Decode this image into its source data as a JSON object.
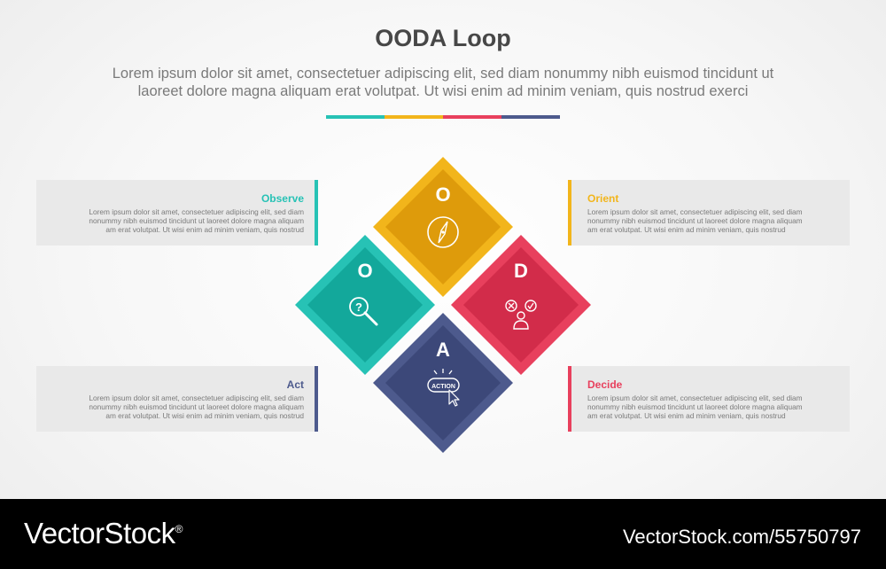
{
  "header": {
    "title": "OODA Loop",
    "subtitle_line1": "Lorem ipsum dolor sit amet, consectetuer adipiscing elit, sed diam nonummy nibh euismod tincidunt ut",
    "subtitle_line2": "laoreet dolore magna aliquam erat volutpat. Ut wisi enim ad minim veniam, quis nostrud exerci"
  },
  "colors": {
    "teal": "#27c2b5",
    "yellow": "#f2b51b",
    "red": "#e8405d",
    "navy": "#4d5a8d"
  },
  "cards": {
    "observe": {
      "title": "Observe",
      "l1": "Lorem ipsum dolor sit amet, consectetuer adipiscing elit, sed diam",
      "l2": "nonummy nibh euismod tincidunt ut laoreet dolore magna aliquam",
      "l3": "am erat volutpat. Ut wisi enim ad minim veniam, quis nostrud"
    },
    "orient": {
      "title": "Orient",
      "l1": "Lorem ipsum dolor sit amet, consectetuer adipiscing elit, sed diam",
      "l2": "nonummy nibh euismod tincidunt ut laoreet dolore magna aliquam",
      "l3": "am erat volutpat. Ut wisi enim ad minim veniam, quis nostrud"
    },
    "act": {
      "title": "Act",
      "l1": "Lorem ipsum dolor sit amet, consectetuer adipiscing elit, sed diam",
      "l2": "nonummy nibh euismod tincidunt ut laoreet dolore magna aliquam",
      "l3": "am erat volutpat. Ut wisi enim ad minim veniam, quis nostrud"
    },
    "decide": {
      "title": "Decide",
      "l1": "Lorem ipsum dolor sit amet, consectetuer adipiscing elit, sed diam",
      "l2": "nonummy nibh euismod tincidunt ut laoreet dolore magna aliquam",
      "l3": "am erat volutpat. Ut wisi enim ad minim veniam, quis nostrud"
    }
  },
  "diamonds": {
    "top": {
      "letter": "O",
      "icon": "compass-icon"
    },
    "left": {
      "letter": "O",
      "icon": "magnifier-question-icon"
    },
    "right": {
      "letter": "D",
      "icon": "decision-person-icon"
    },
    "bottom": {
      "letter": "A",
      "icon": "action-button-click-icon",
      "badge": "ACTION"
    }
  },
  "footer": {
    "brand": "VectorStock",
    "brand_mark": "®",
    "image_ref": "VectorStock.com/55750797"
  }
}
